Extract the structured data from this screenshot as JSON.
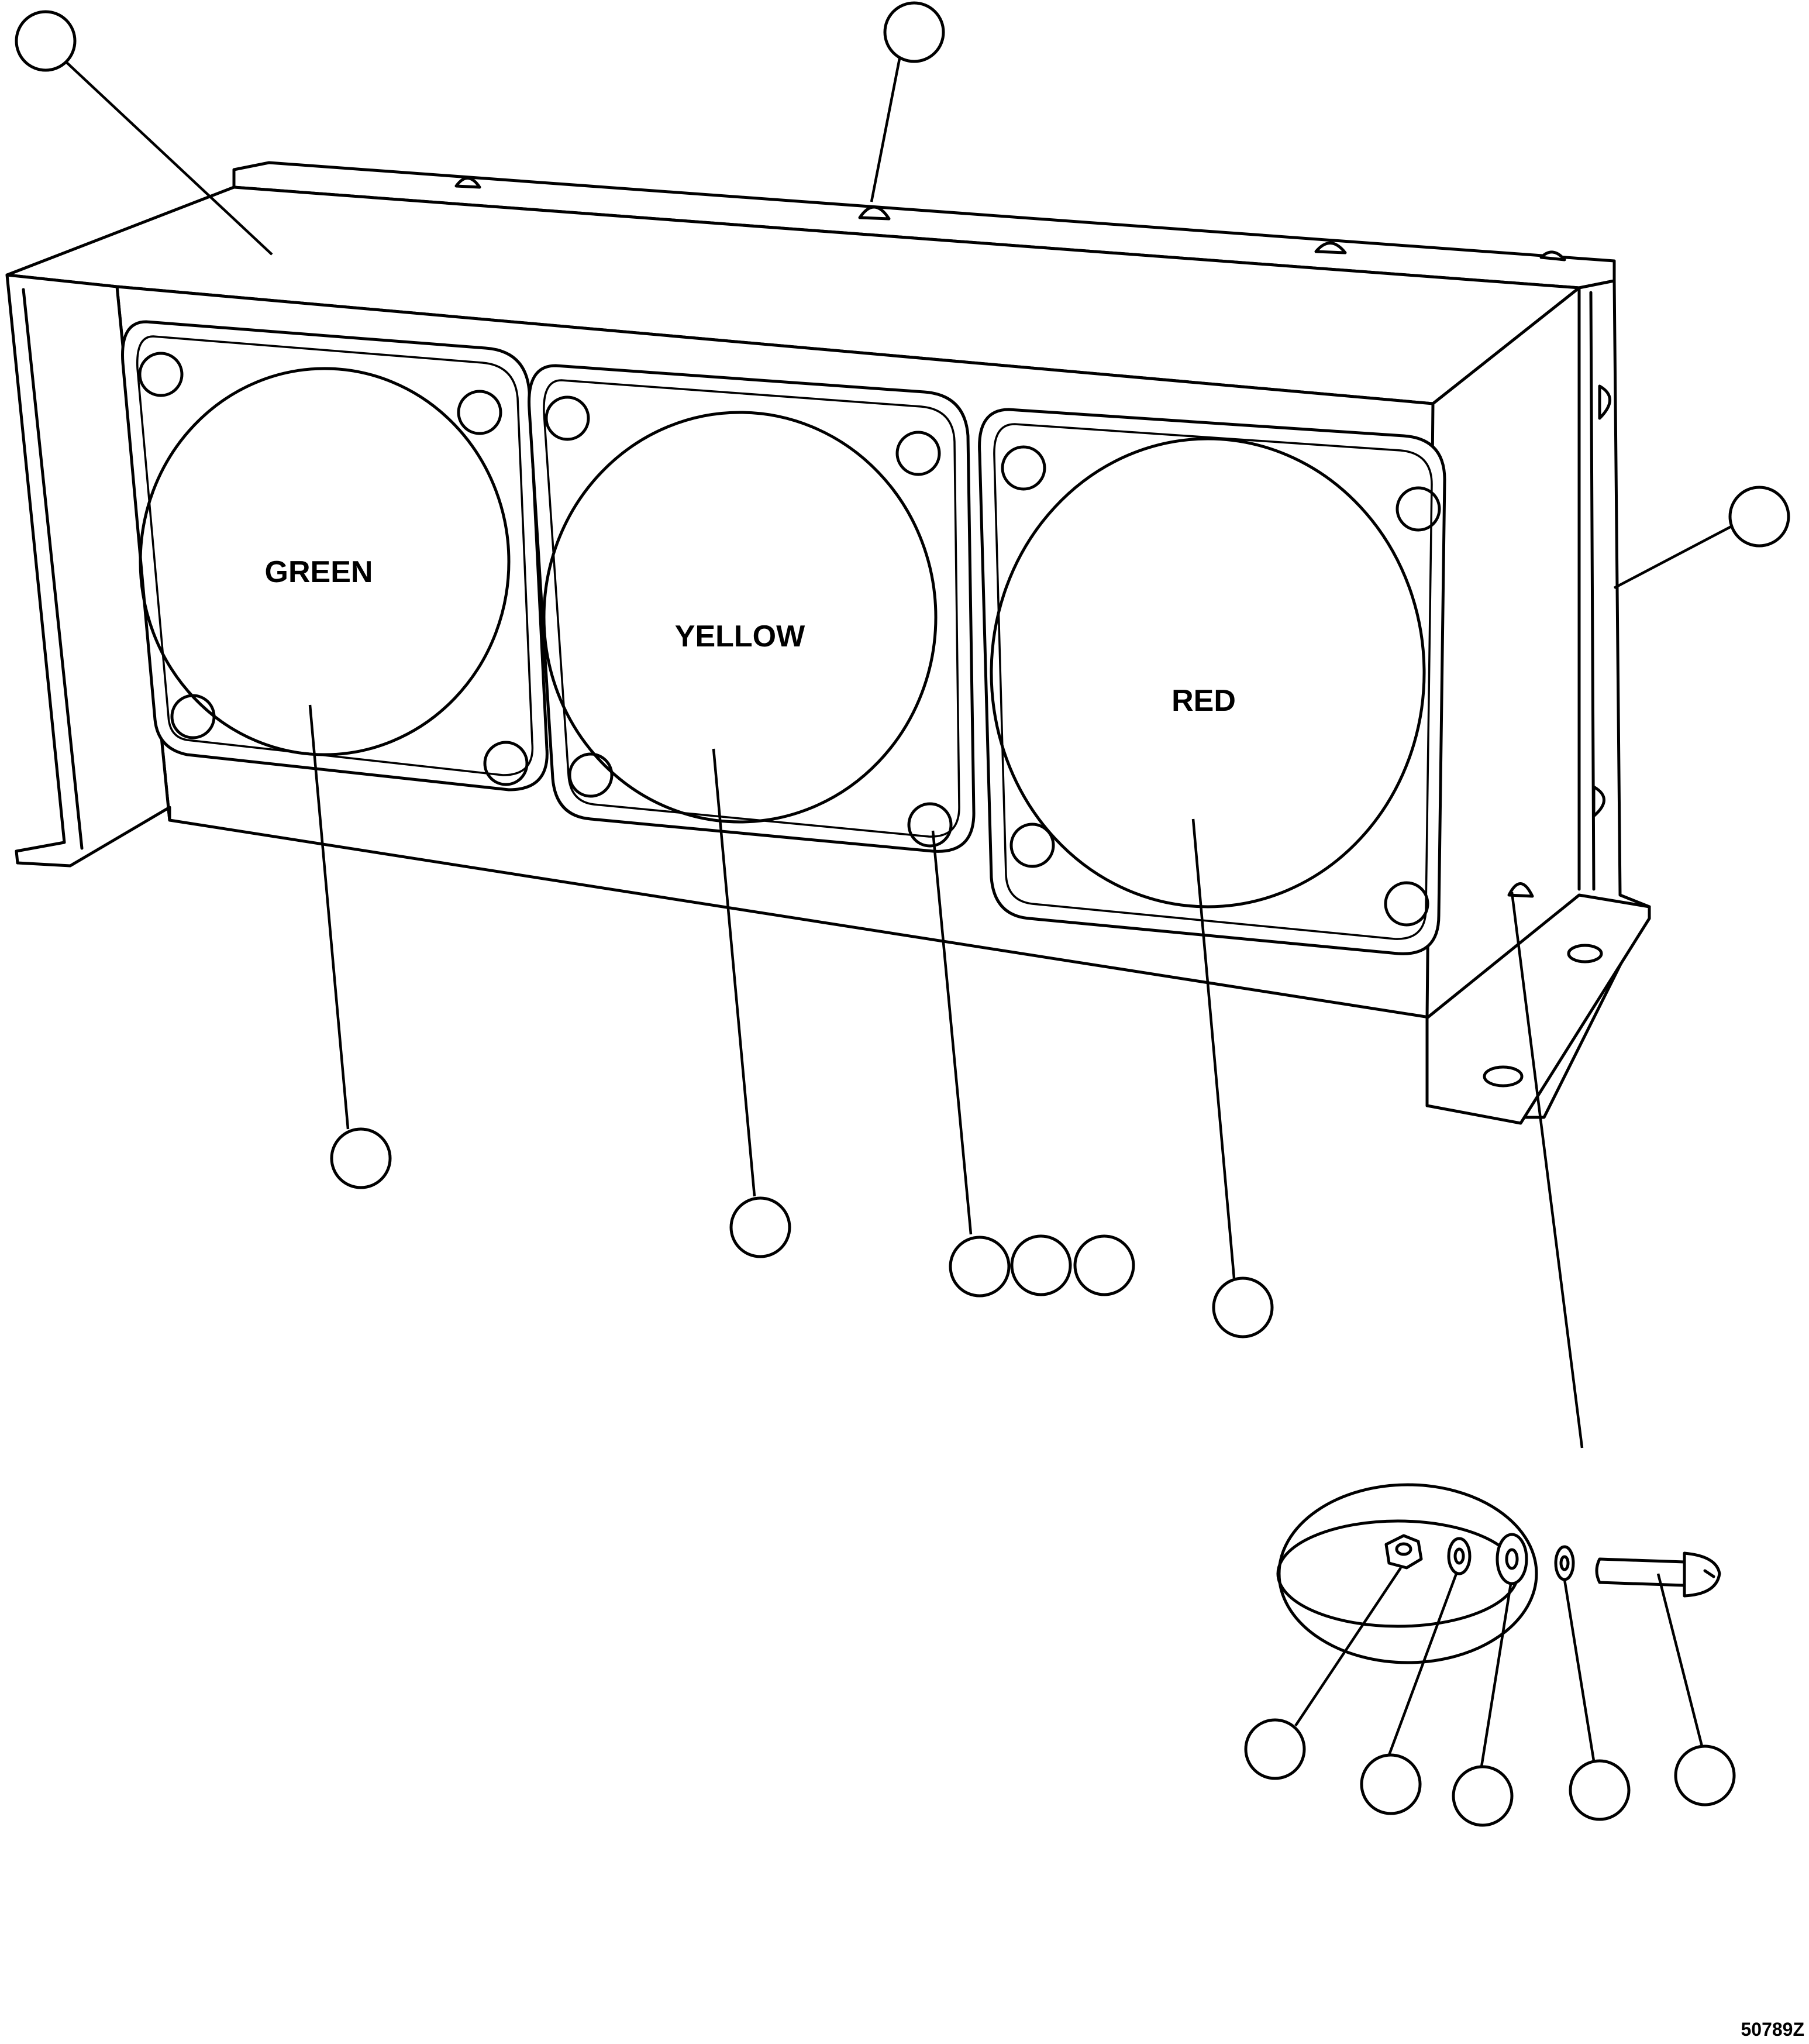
{
  "lamp_labels": {
    "green": "GREEN",
    "yellow": "YELLOW",
    "red": "RED"
  },
  "figure_id": "50789Z"
}
